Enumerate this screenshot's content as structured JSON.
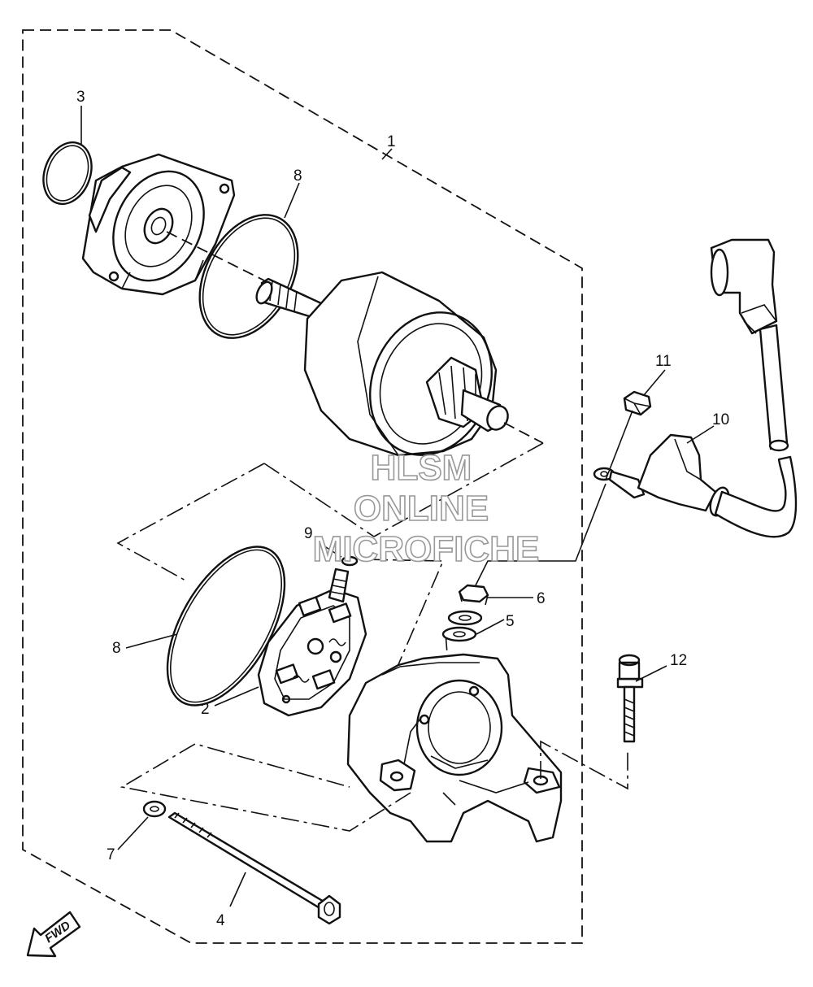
{
  "diagram": {
    "callouts": {
      "p1": "1",
      "p2": "2",
      "p3": "3",
      "p4": "4",
      "p5": "5",
      "p6": "6",
      "p7": "7",
      "p8a": "8",
      "p8b": "8",
      "p9": "9",
      "p10": "10",
      "p11": "11",
      "p12": "12"
    },
    "watermark": {
      "line1": "HLSM",
      "line2": "ONLINE",
      "line3": "MICROFICHE"
    },
    "direction_badge": "FWD"
  }
}
